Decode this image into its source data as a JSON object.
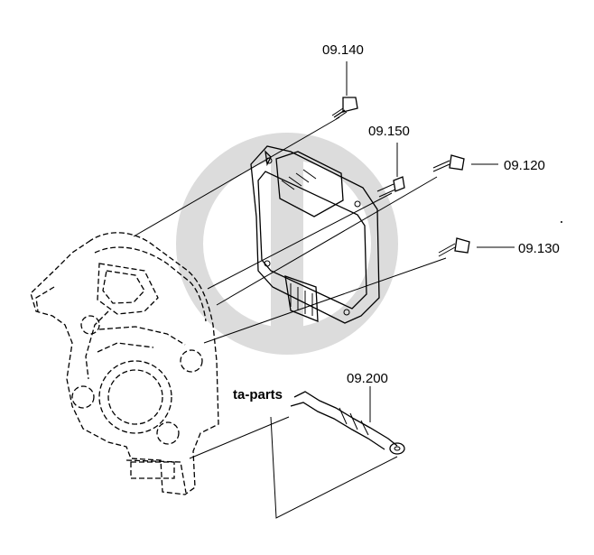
{
  "watermark": {
    "text": "ta-parts",
    "color": "#d4d4d4"
  },
  "callouts": [
    {
      "id": "09.140",
      "label": "09.140"
    },
    {
      "id": "09.150",
      "label": "09.150"
    },
    {
      "id": "09.120",
      "label": "09.120"
    },
    {
      "id": "09.130",
      "label": "09.130"
    },
    {
      "id": "09.200",
      "label": "09.200"
    }
  ],
  "colors": {
    "line": "#000000",
    "background": "#ffffff",
    "watermark": "#d4d4d4"
  }
}
